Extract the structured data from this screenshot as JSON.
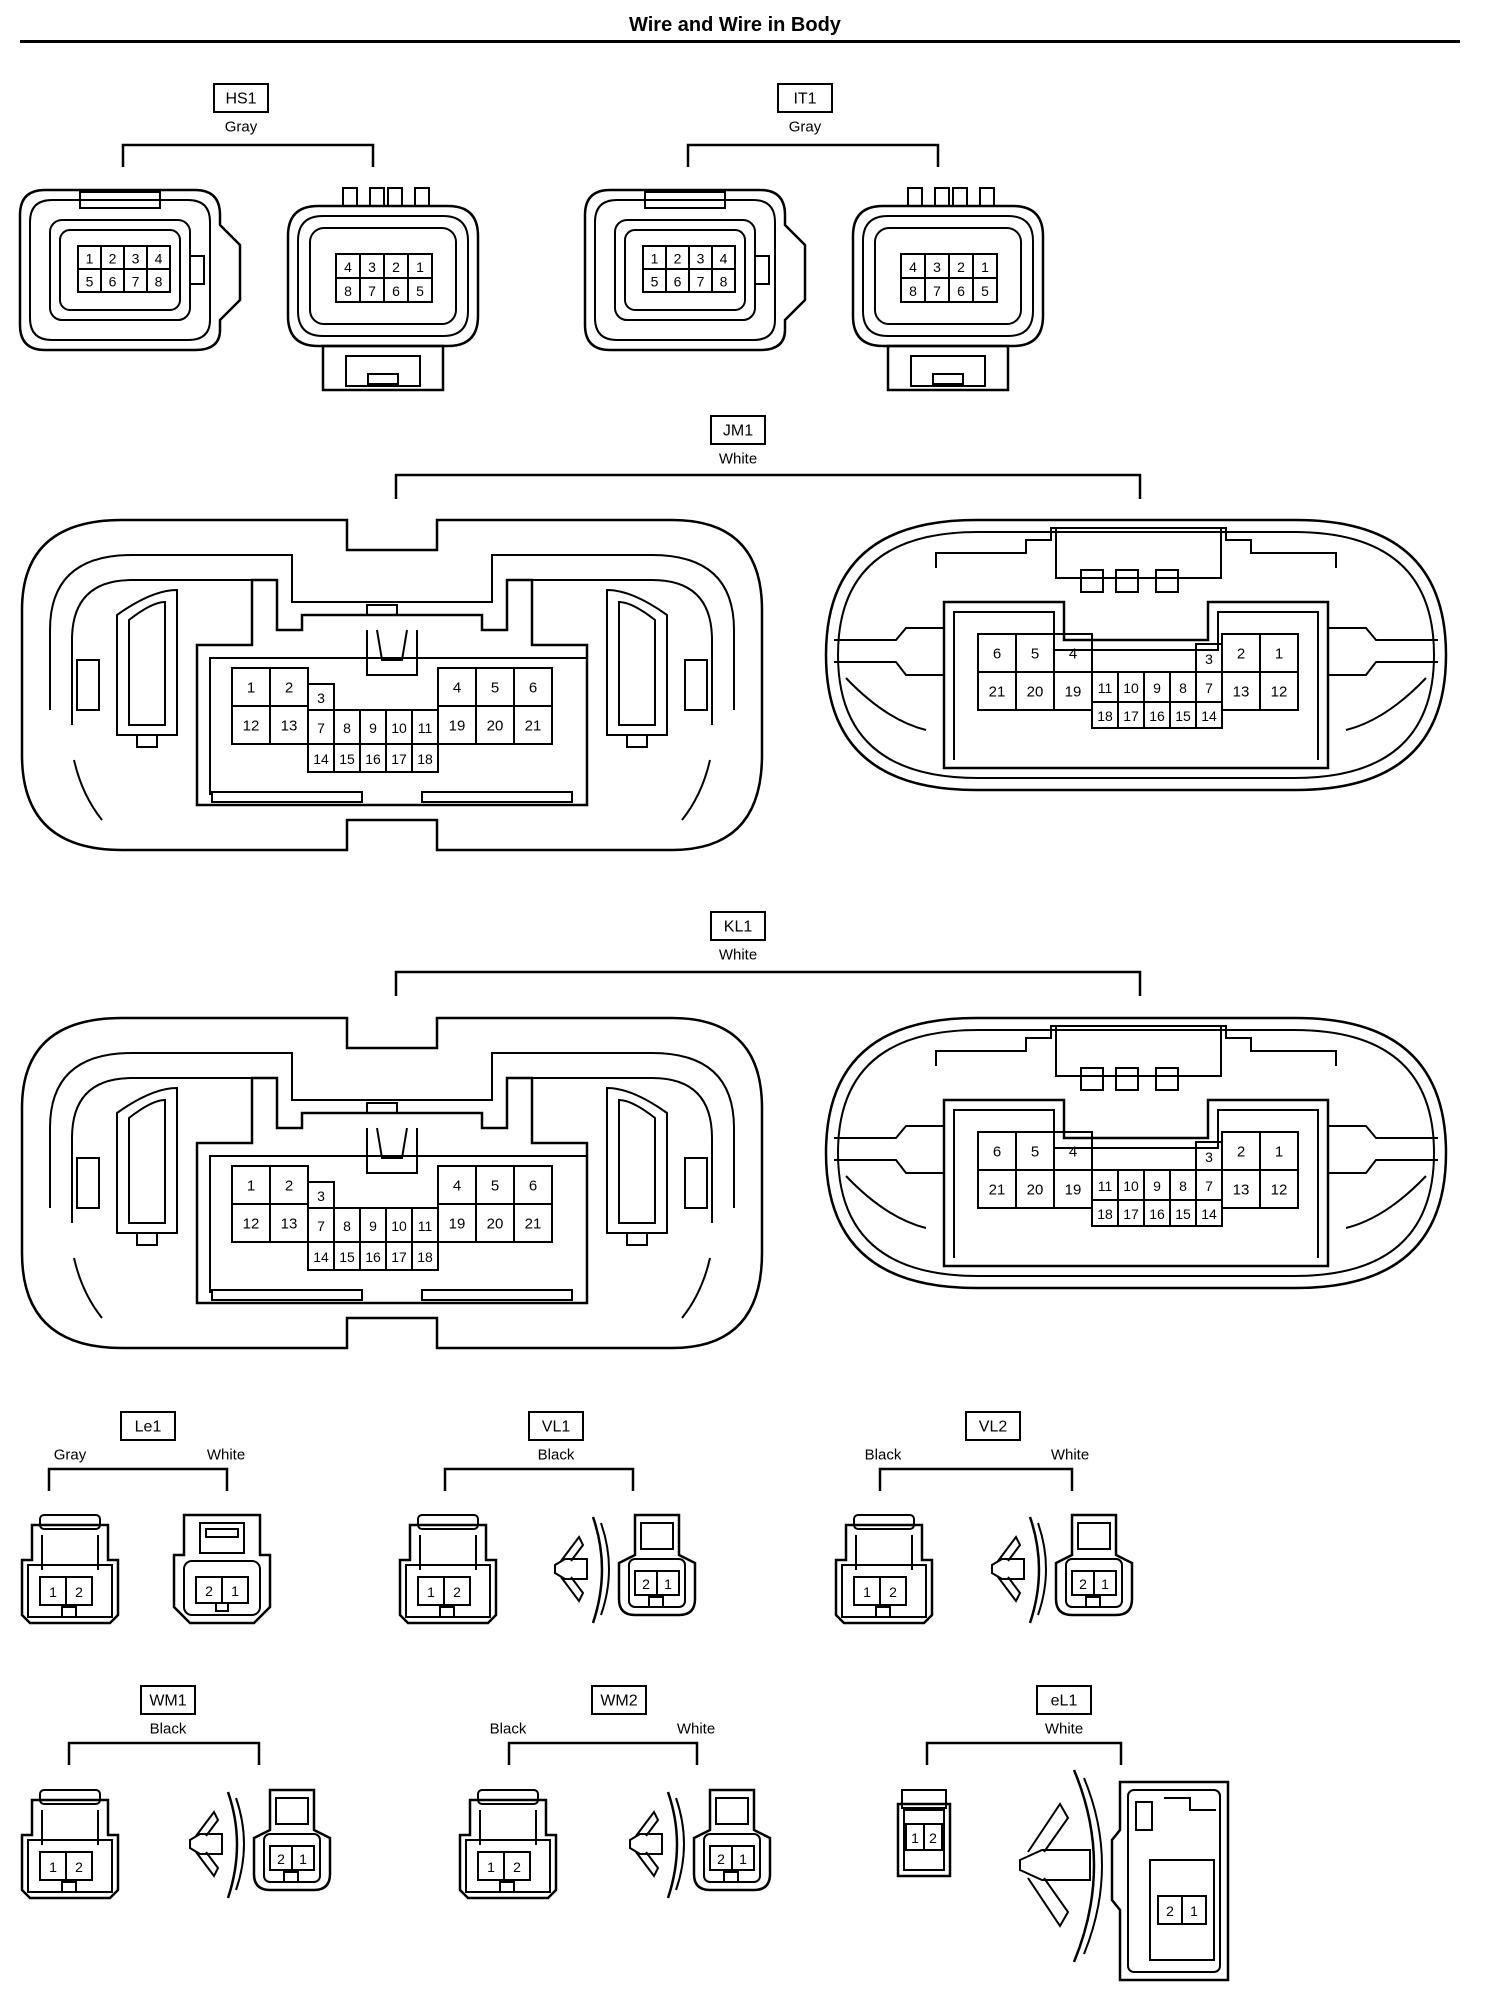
{
  "title": "Wire and Wire in Body",
  "connectors": [
    {
      "code": "HS1",
      "colors": [
        "Gray"
      ]
    },
    {
      "code": "IT1",
      "colors": [
        "Gray"
      ]
    },
    {
      "code": "JM1",
      "colors": [
        "White"
      ]
    },
    {
      "code": "KL1",
      "colors": [
        "White"
      ]
    },
    {
      "code": "Le1",
      "colors": [
        "Gray",
        "White"
      ]
    },
    {
      "code": "VL1",
      "colors": [
        "Black"
      ]
    },
    {
      "code": "VL2",
      "colors": [
        "Black",
        "White"
      ]
    },
    {
      "code": "WM1",
      "colors": [
        "Black"
      ]
    },
    {
      "code": "WM2",
      "colors": [
        "Black",
        "White"
      ]
    },
    {
      "code": "eL1",
      "colors": [
        "White"
      ]
    }
  ],
  "pins": {
    "eight_female": [
      [
        "1",
        "2",
        "3",
        "4"
      ],
      [
        "5",
        "6",
        "7",
        "8"
      ]
    ],
    "eight_male": [
      [
        "4",
        "3",
        "2",
        "1"
      ],
      [
        "8",
        "7",
        "6",
        "5"
      ]
    ],
    "big_female": {
      "left_top": [
        "1",
        "2"
      ],
      "left_bottom": [
        "12",
        "13"
      ],
      "center_left": "3",
      "center_mid": [
        "7",
        "8",
        "9",
        "10",
        "11"
      ],
      "center_bottom": [
        "14",
        "15",
        "16",
        "17",
        "18"
      ],
      "right_top": [
        "4",
        "5",
        "6"
      ],
      "right_bottom": [
        "19",
        "20",
        "21"
      ]
    },
    "big_male": {
      "left_top": [
        "6",
        "5",
        "4"
      ],
      "left_bottom": [
        "21",
        "20",
        "19"
      ],
      "center_right": "3",
      "center_mid": [
        "11",
        "10",
        "9",
        "8",
        "7"
      ],
      "center_bottom": [
        "18",
        "17",
        "16",
        "15",
        "14"
      ],
      "right_top": [
        "2",
        "1"
      ],
      "right_bottom": [
        "13",
        "12"
      ]
    },
    "two_female": [
      "1",
      "2"
    ],
    "two_male": [
      "2",
      "1"
    ]
  }
}
